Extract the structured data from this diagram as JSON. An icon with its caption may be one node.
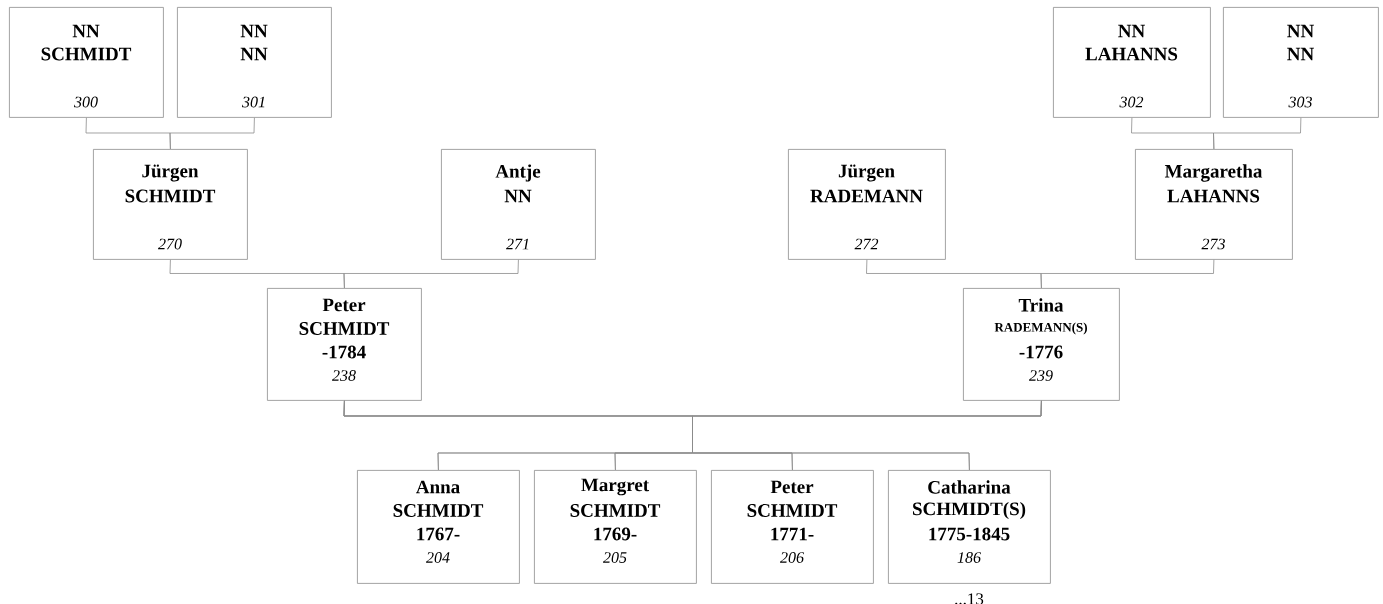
{
  "diagram": {
    "nodes": [
      {
        "text": [
          "NN",
          "SCHMIDT",
          "300"
        ]
      },
      {
        "text": [
          "NN",
          "NN",
          "301"
        ]
      },
      {
        "text": [
          "NN",
          "LAHANNS",
          "302"
        ]
      },
      {
        "text": [
          "NN",
          "NN",
          "303"
        ]
      },
      {
        "text": [
          "Jürgen",
          "SCHMIDT",
          "270"
        ]
      },
      {
        "text": [
          "Antje",
          "NN",
          "271"
        ]
      },
      {
        "text": [
          "Jürgen",
          "RADEMANN",
          "272"
        ]
      },
      {
        "text": [
          "Margaretha",
          "LAHANNS",
          "273"
        ]
      },
      {
        "text": [
          "Peter",
          "SCHMIDT",
          "-1784",
          "238"
        ]
      },
      {
        "text": [
          "Trina",
          "RADEMANN(S)",
          "-1776",
          "239"
        ]
      },
      {
        "text": [
          "Anna",
          "SCHMIDT",
          "1767-",
          "204"
        ]
      },
      {
        "text": [
          "Margret",
          "SCHMIDT",
          "1769-",
          "205"
        ]
      },
      {
        "text": [
          "Peter",
          "SCHMIDT",
          "1771-",
          "206"
        ]
      },
      {
        "text": [
          "Catharina",
          "SCHMIDT(S)",
          "1775-1845",
          "186"
        ],
        "beside": [
          "...13"
        ]
      }
    ],
    "edges": [
      {
        "from": 0,
        "to": 4,
        "arrow": "none"
      },
      {
        "from": 1,
        "to": 4,
        "arrow": "none"
      },
      {
        "from": 2,
        "to": 7,
        "arrow": "none"
      },
      {
        "from": 3,
        "to": 7,
        "arrow": "none"
      },
      {
        "from": 4,
        "to": 8,
        "arrow": "none"
      },
      {
        "from": 5,
        "to": 8,
        "arrow": "none"
      },
      {
        "from": 6,
        "to": 9,
        "arrow": "none"
      },
      {
        "from": 7,
        "to": 9,
        "arrow": "none"
      },
      {
        "from": 8,
        "to": 10,
        "arrow": "none"
      },
      {
        "from": 9,
        "to": 10,
        "arrow": "none"
      },
      {
        "from": 8,
        "to": 11,
        "arrow": "none"
      },
      {
        "from": 9,
        "to": 11,
        "arrow": "none"
      },
      {
        "from": 8,
        "to": 12,
        "arrow": "none"
      },
      {
        "from": 9,
        "to": 12,
        "arrow": "none"
      },
      {
        "from": 8,
        "to": 13,
        "arrow": "none"
      },
      {
        "from": 9,
        "to": 13,
        "arrow": "none"
      }
    ]
  }
}
